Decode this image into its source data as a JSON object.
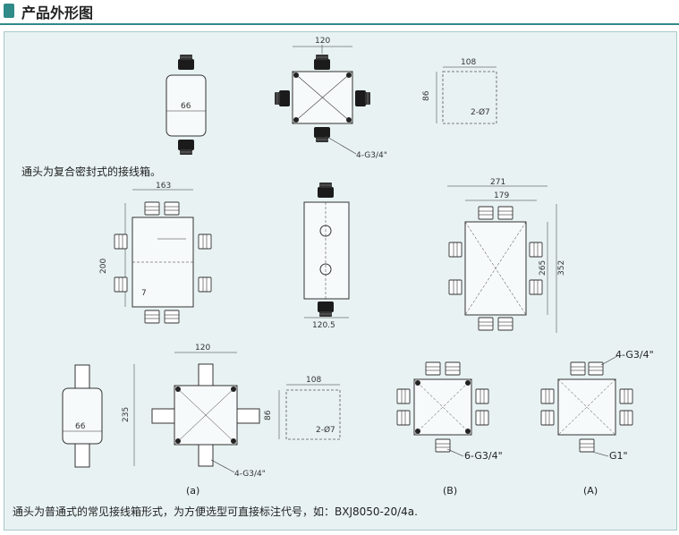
{
  "header": {
    "title": "产品外形图"
  },
  "notes": {
    "top": "通头为复合密封式的接线箱。",
    "bottom": "通头为普通式的常见接线箱形式，为方便选型可直接标注代号，如：BXJ8050-20/4a."
  },
  "dims": {
    "d66a": "66",
    "d120a": "120",
    "d108a": "108",
    "d86a": "86",
    "d2phi7a": "2-Ø7",
    "g34a": "4-G3/4\"",
    "d163": "163",
    "d200": "200",
    "d7": "7",
    "d1205": "120.5",
    "d271": "271",
    "d179": "179",
    "d265": "265",
    "d352": "352",
    "d66b": "66",
    "d120b": "120",
    "d235": "235",
    "d86b": "86",
    "d108b": "108",
    "d2phi7b": "2-Ø7",
    "g34b": "4-G3/4\"",
    "g6": "6-G3/4\"",
    "g1": "G1\"",
    "g34c": "4-G3/4\""
  },
  "captions": {
    "a": "(a)",
    "B": "(B)",
    "A": "(A)"
  }
}
